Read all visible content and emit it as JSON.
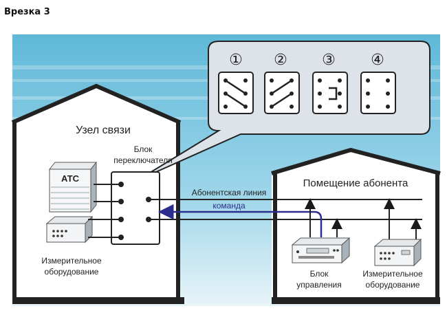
{
  "caption": "Врезка 3",
  "node": {
    "title": "Узел связи",
    "switch_block": [
      "Блок",
      "переключателя"
    ],
    "ats": "АТС",
    "measuring": [
      "Измерительное",
      "оборудование"
    ]
  },
  "subscriber": {
    "title": "Помещение абонента",
    "line_label": "Абонентская линия",
    "command_label": "команда",
    "control_block": [
      "Блок",
      "управления"
    ],
    "measuring": [
      "Измерительное",
      "оборудование"
    ]
  },
  "positions": [
    "①",
    "②",
    "③",
    "④"
  ],
  "colors": {
    "sky": "#7cc8e2",
    "bubble": "#dde3e8",
    "command_arrow": "#2b2e8c",
    "line": "#1a1a1a"
  }
}
